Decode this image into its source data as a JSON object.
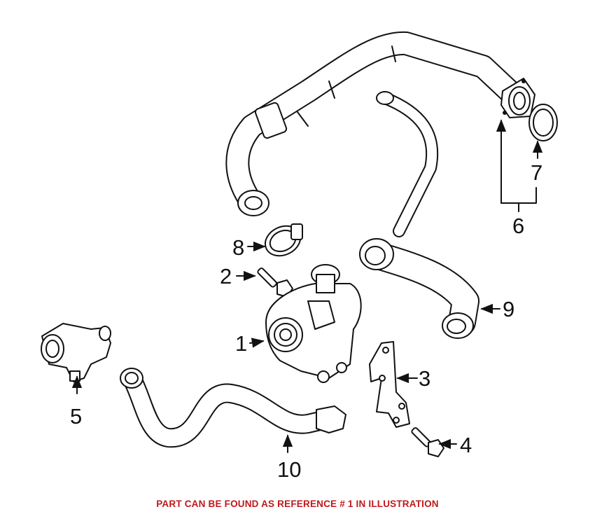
{
  "diagram": {
    "callouts": [
      {
        "id": "1",
        "label": "1"
      },
      {
        "id": "2",
        "label": "2"
      },
      {
        "id": "3",
        "label": "3"
      },
      {
        "id": "4",
        "label": "4"
      },
      {
        "id": "5",
        "label": "5"
      },
      {
        "id": "6",
        "label": "6"
      },
      {
        "id": "7",
        "label": "7"
      },
      {
        "id": "8",
        "label": "8"
      },
      {
        "id": "9",
        "label": "9"
      },
      {
        "id": "10",
        "label": "10"
      }
    ],
    "caption": "PART CAN BE FOUND AS REFERENCE # 1 IN ILLUSTRATION",
    "caption_color": "#c0181b",
    "line_color": "#111111"
  }
}
